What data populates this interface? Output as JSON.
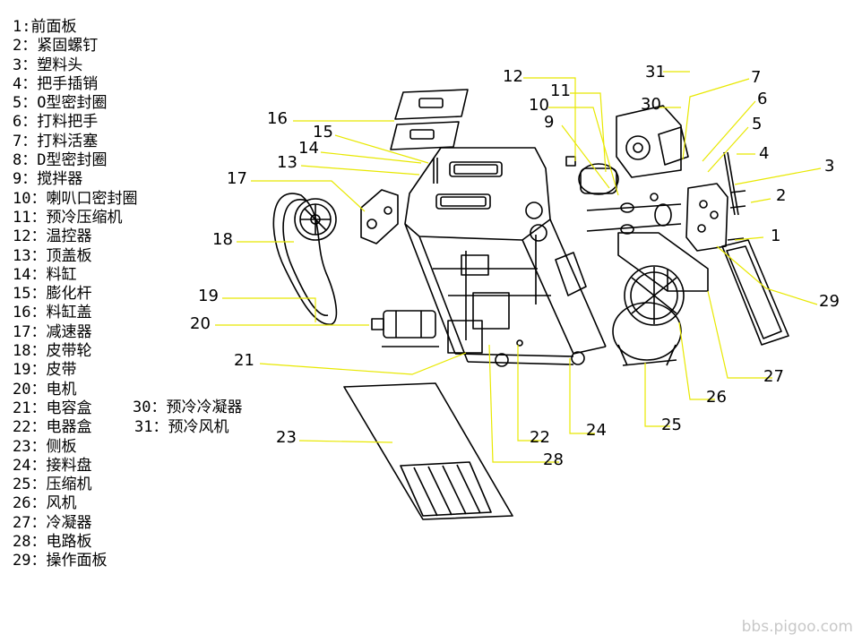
{
  "legend": [
    {
      "num": "1",
      "sep": ":",
      "label": "前面板"
    },
    {
      "num": "2",
      "sep": "：",
      "label": "紧固螺钉"
    },
    {
      "num": "3",
      "sep": "：",
      "label": "塑料头"
    },
    {
      "num": "4",
      "sep": "：",
      "label": "把手插销"
    },
    {
      "num": "5",
      "sep": "：",
      "label": "O型密封圈"
    },
    {
      "num": "6",
      "sep": "：",
      "label": "打料把手"
    },
    {
      "num": "7",
      "sep": "：",
      "label": "打料活塞"
    },
    {
      "num": "8",
      "sep": "：",
      "label": "D型密封圈"
    },
    {
      "num": "9",
      "sep": "：",
      "label": "搅拌器"
    },
    {
      "num": "10",
      "sep": "：",
      "label": "喇叭口密封圈"
    },
    {
      "num": "11",
      "sep": "：",
      "label": "预冷压缩机"
    },
    {
      "num": "12",
      "sep": "：",
      "label": "温控器"
    },
    {
      "num": "13",
      "sep": "：",
      "label": "顶盖板"
    },
    {
      "num": "14",
      "sep": "：",
      "label": "料缸"
    },
    {
      "num": "15",
      "sep": "：",
      "label": "膨化杆"
    },
    {
      "num": "16",
      "sep": "：",
      "label": "料缸盖"
    },
    {
      "num": "17",
      "sep": "：",
      "label": "减速器"
    },
    {
      "num": "18",
      "sep": "：",
      "label": "皮带轮"
    },
    {
      "num": "19",
      "sep": "：",
      "label": "皮带"
    },
    {
      "num": "20",
      "sep": "：",
      "label": "电机"
    },
    {
      "num": "21",
      "sep": "：",
      "label": "电容盒"
    },
    {
      "num": "22",
      "sep": "：",
      "label": "电器盒"
    },
    {
      "num": "23",
      "sep": "：",
      "label": "侧板"
    },
    {
      "num": "24",
      "sep": "：",
      "label": "接料盘"
    },
    {
      "num": "25",
      "sep": "：",
      "label": "压缩机"
    },
    {
      "num": "26",
      "sep": "：",
      "label": "风机"
    },
    {
      "num": "27",
      "sep": "：",
      "label": "冷凝器"
    },
    {
      "num": "28",
      "sep": "：",
      "label": "电路板"
    },
    {
      "num": "29",
      "sep": "：",
      "label": "操作面板"
    }
  ],
  "legend_extra": [
    {
      "num": "30",
      "sep": "：",
      "label": "预冷冷凝器"
    },
    {
      "num": "31",
      "sep": "：",
      "label": "预冷风机"
    }
  ],
  "callouts": {
    "c1": "1",
    "c2": "2",
    "c3": "3",
    "c4": "4",
    "c5": "5",
    "c6": "6",
    "c7": "7",
    "c9": "9",
    "c10": "10",
    "c11": "11",
    "c12": "12",
    "c13": "13",
    "c14": "14",
    "c15": "15",
    "c16": "16",
    "c17": "17",
    "c18": "18",
    "c19": "19",
    "c20": "20",
    "c21": "21",
    "c22": "22",
    "c23": "23",
    "c24": "24",
    "c25": "25",
    "c26": "26",
    "c27": "27",
    "c28": "28",
    "c29": "29",
    "c30": "30",
    "c31": "31"
  },
  "leader_color": "#e8e800",
  "watermark": "bbs.pigoo.com"
}
